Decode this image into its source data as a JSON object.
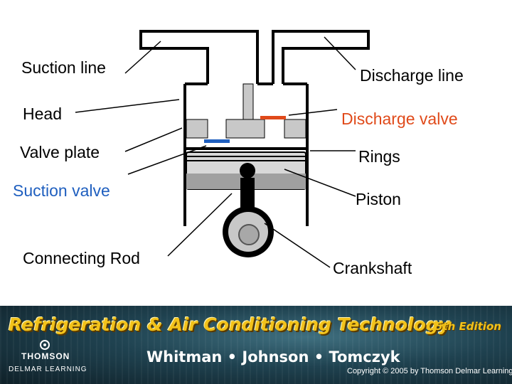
{
  "labels": {
    "suction_line": "Suction line",
    "head": "Head",
    "valve_plate": "Valve plate",
    "suction_valve": "Suction valve",
    "connecting_rod": "Connecting Rod",
    "discharge_line": "Discharge line",
    "discharge_valve": "Discharge valve",
    "rings": "Rings",
    "piston": "Piston",
    "crankshaft": "Crankshaft"
  },
  "colors": {
    "suction_valve": "#1f5fbf",
    "discharge_valve": "#e04a1a",
    "outline": "#000000",
    "part_fill": "#c8c8c8"
  },
  "banner": {
    "title": "Refrigeration & Air Conditioning Technology",
    "edition": "5th Edition",
    "authors": "Whitman • Johnson • Tomczyk",
    "publisher_top": "THOMSON",
    "publisher_bottom": "DELMAR LEARNING",
    "copyright": "Copyright © 2005 by Thomson Delmar Learning"
  }
}
